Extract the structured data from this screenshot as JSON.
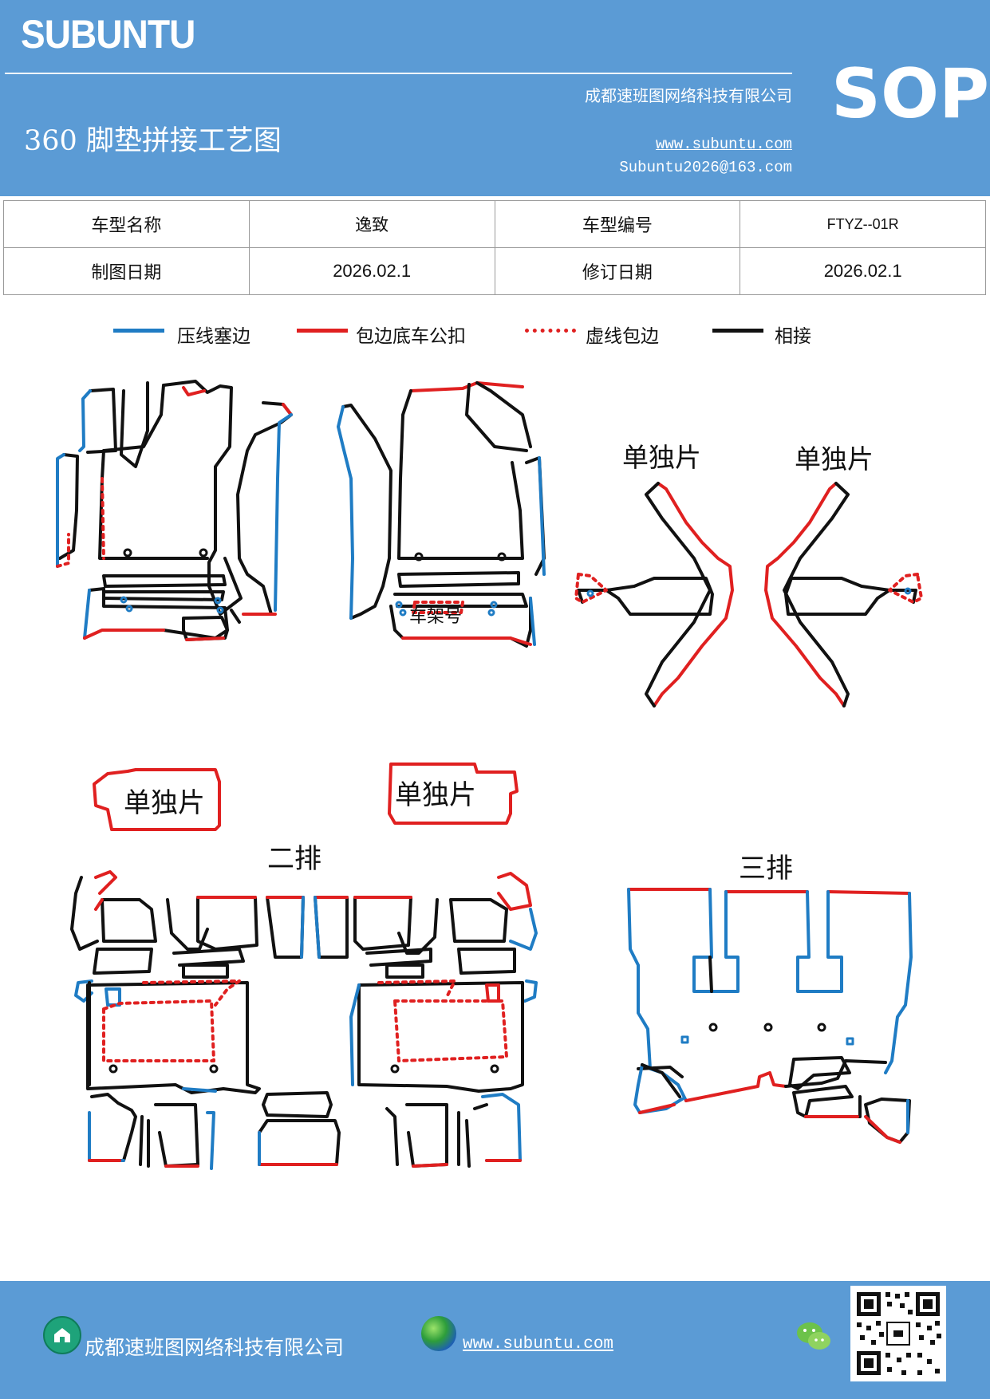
{
  "header": {
    "brand": "SUBUNTU",
    "company": "成都速班图网络科技有限公司",
    "title": "360 脚垫拼接工艺图",
    "website": "www.subuntu.com",
    "email": "Subuntu2026@163.com",
    "badge": "SOP"
  },
  "info_table": {
    "rows": [
      {
        "label1": "车型名称",
        "value1": "逸致",
        "label2": "车型编号",
        "value2": "FTYZ--01R"
      },
      {
        "label1": "制图日期",
        "value1": "2026.02.1",
        "label2": "修订日期",
        "value2": "2026.02.1"
      }
    ]
  },
  "legend": [
    {
      "label": "压线塞边",
      "color": "#1f7cc4",
      "style": "solid"
    },
    {
      "label": "包边底车公扣",
      "color": "#e02020",
      "style": "solid"
    },
    {
      "label": "虚线包边",
      "color": "#e02020",
      "style": "dotted"
    },
    {
      "label": "相接",
      "color": "#111111",
      "style": "solid"
    }
  ],
  "diagram": {
    "frame_label": "车架号",
    "single_piece": "单独片",
    "second_row": "二排",
    "third_row": "三排"
  },
  "footer": {
    "company": "成都速班图网络科技有限公司",
    "website": "www.subuntu.com"
  },
  "icons": {
    "home": "home-icon",
    "globe": "globe-icon",
    "wechat": "wechat-icon",
    "qr": "qr-code"
  }
}
